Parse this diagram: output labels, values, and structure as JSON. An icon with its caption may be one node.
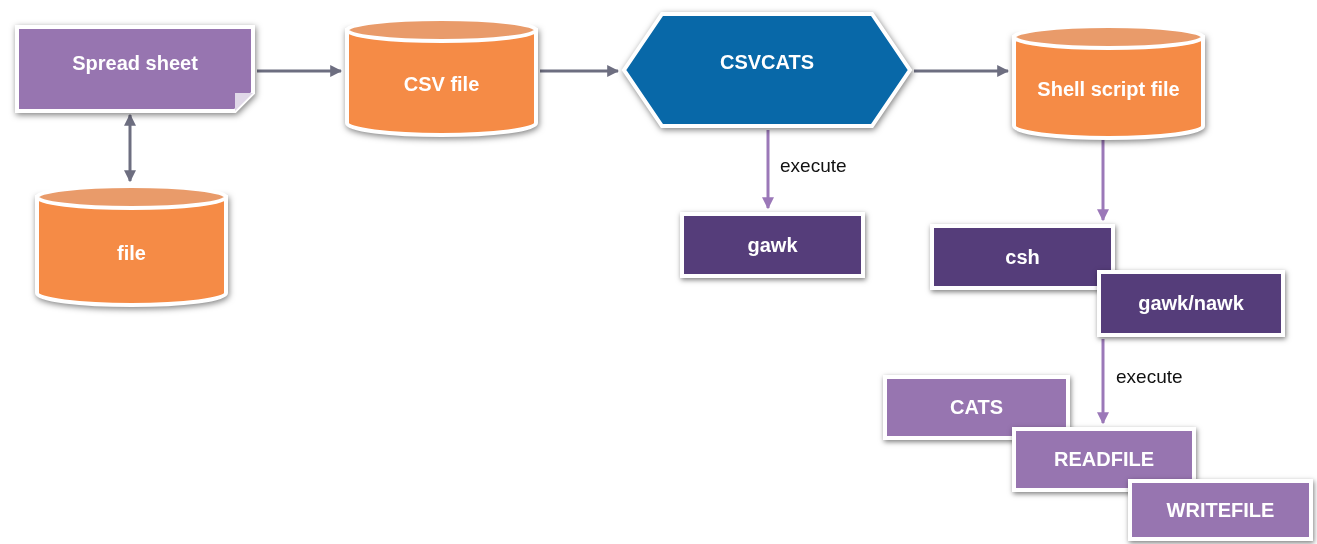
{
  "diagram": {
    "nodes": [
      {
        "text": [
          "Spread sheet"
        ]
      },
      {
        "text": [
          "CSV file"
        ]
      },
      {
        "text": [
          "CSVCATS"
        ]
      },
      {
        "text": [
          "Shell script file"
        ]
      },
      {
        "text": [
          "file"
        ]
      },
      {
        "text": [
          "gawk"
        ]
      },
      {
        "text": [
          "csh"
        ]
      },
      {
        "text": [
          "gawk/nawk"
        ]
      },
      {
        "text": [
          "CATS"
        ]
      },
      {
        "text": [
          "READFILE"
        ]
      },
      {
        "text": [
          "WRITEFILE"
        ]
      }
    ],
    "edges": [
      {
        "from": 0,
        "to": 1,
        "arrow": "to"
      },
      {
        "from": 1,
        "to": 2,
        "arrow": "to"
      },
      {
        "from": 2,
        "to": 3,
        "arrow": "to"
      },
      {
        "from": 0,
        "to": 4,
        "arrow": "both"
      },
      {
        "from": 2,
        "to": 5,
        "arrow": "to",
        "label": "execute",
        "color": "#9b78b8"
      },
      {
        "from": 3,
        "to": 6,
        "arrow": "to",
        "color": "#9b78b8"
      },
      {
        "from": 7,
        "to": 9,
        "arrow": "to",
        "label": "execute",
        "color": "#9b78b8"
      }
    ]
  }
}
